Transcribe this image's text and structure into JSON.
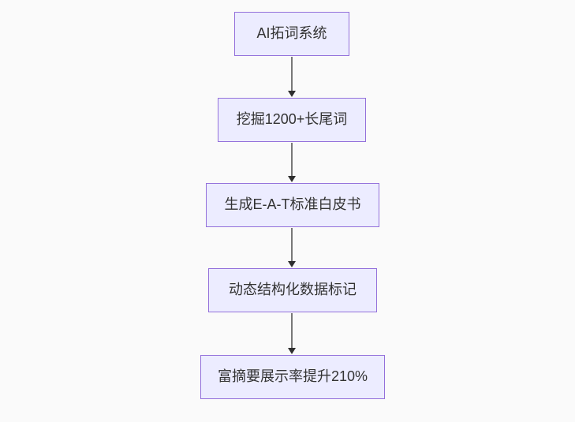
{
  "colors": {
    "background": "#fafafa",
    "node_fill": "#ECECFF",
    "node_border": "#9370DB",
    "node_text": "#333333",
    "edge_line": "#787878",
    "edge_arrowhead": "#2e2e2e"
  },
  "flowchart": {
    "direction": "top-down",
    "nodes": [
      {
        "id": "n1",
        "label": "AI拓词系统"
      },
      {
        "id": "n2",
        "label": "挖掘1200+长尾词"
      },
      {
        "id": "n3",
        "label": "生成E-A-T标准白皮书"
      },
      {
        "id": "n4",
        "label": "动态结构化数据标记"
      },
      {
        "id": "n5",
        "label": "富摘要展示率提升210%"
      }
    ],
    "edges": [
      {
        "from": "n1",
        "to": "n2"
      },
      {
        "from": "n2",
        "to": "n3"
      },
      {
        "from": "n3",
        "to": "n4"
      },
      {
        "from": "n4",
        "to": "n5"
      }
    ]
  }
}
